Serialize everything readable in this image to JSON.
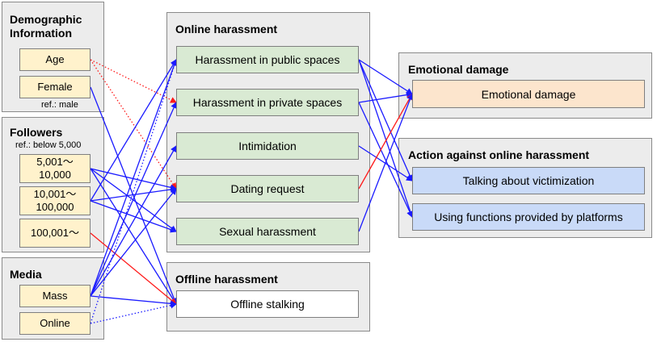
{
  "groups": {
    "demographic": {
      "title": "Demographic\nInformation",
      "ref": "ref.: male"
    },
    "followers": {
      "title": "Followers",
      "ref": "ref.: below 5,000"
    },
    "media": {
      "title": "Media"
    },
    "online": {
      "title": "Online harassment"
    },
    "offline": {
      "title": "Offline harassment"
    },
    "emotional": {
      "title": "Emotional damage"
    },
    "action": {
      "title": "Action against online harassment"
    }
  },
  "nodes": {
    "age": "Age",
    "female": "Female",
    "f5001": "5,001〜\n10,000",
    "f10001": "10,001〜\n100,000",
    "f100001": "100,001〜",
    "mass": "Mass",
    "online_media": "Online",
    "public": "Harassment in public spaces",
    "private": "Harassment in private spaces",
    "intimidation": "Intimidation",
    "dating": "Dating request",
    "sexual": "Sexual harassment",
    "stalking": "Offline stalking",
    "emotional": "Emotional damage",
    "talking": "Talking about victimization",
    "functions": "Using functions provided by platforms"
  },
  "colors": {
    "positive": "#1a1aff",
    "negative": "#ff1a1a"
  },
  "edges": [
    {
      "from": "age",
      "to": "private",
      "color": "negative",
      "style": "dotted"
    },
    {
      "from": "age",
      "to": "dating",
      "color": "negative",
      "style": "dotted"
    },
    {
      "from": "female",
      "to": "stalking",
      "color": "positive",
      "style": "solid"
    },
    {
      "from": "f5001",
      "to": "dating",
      "color": "positive",
      "style": "solid"
    },
    {
      "from": "f5001",
      "to": "sexual",
      "color": "positive",
      "style": "solid"
    },
    {
      "from": "f5001",
      "to": "stalking",
      "color": "positive",
      "style": "solid"
    },
    {
      "from": "f10001",
      "to": "public",
      "color": "positive",
      "style": "solid"
    },
    {
      "from": "f10001",
      "to": "dating",
      "color": "positive",
      "style": "solid"
    },
    {
      "from": "f10001",
      "to": "sexual",
      "color": "positive",
      "style": "solid"
    },
    {
      "from": "f100001",
      "to": "stalking",
      "color": "negative",
      "style": "solid"
    },
    {
      "from": "mass",
      "to": "public",
      "color": "positive",
      "style": "solid"
    },
    {
      "from": "mass",
      "to": "private",
      "color": "positive",
      "style": "solid"
    },
    {
      "from": "mass",
      "to": "intimidation",
      "color": "positive",
      "style": "solid"
    },
    {
      "from": "mass",
      "to": "dating",
      "color": "positive",
      "style": "solid"
    },
    {
      "from": "mass",
      "to": "stalking",
      "color": "positive",
      "style": "solid"
    },
    {
      "from": "online_media",
      "to": "public",
      "color": "positive",
      "style": "dotted"
    },
    {
      "from": "online_media",
      "to": "stalking",
      "color": "positive",
      "style": "dotted"
    },
    {
      "from": "public",
      "to": "emotional",
      "color": "positive",
      "style": "solid"
    },
    {
      "from": "public",
      "to": "talking",
      "color": "positive",
      "style": "solid"
    },
    {
      "from": "public",
      "to": "functions",
      "color": "positive",
      "style": "solid"
    },
    {
      "from": "private",
      "to": "emotional",
      "color": "positive",
      "style": "solid"
    },
    {
      "from": "private",
      "to": "functions",
      "color": "positive",
      "style": "solid"
    },
    {
      "from": "intimidation",
      "to": "talking",
      "color": "positive",
      "style": "solid"
    },
    {
      "from": "dating",
      "to": "emotional",
      "color": "negative",
      "style": "solid"
    },
    {
      "from": "sexual",
      "to": "emotional",
      "color": "positive",
      "style": "solid"
    }
  ]
}
